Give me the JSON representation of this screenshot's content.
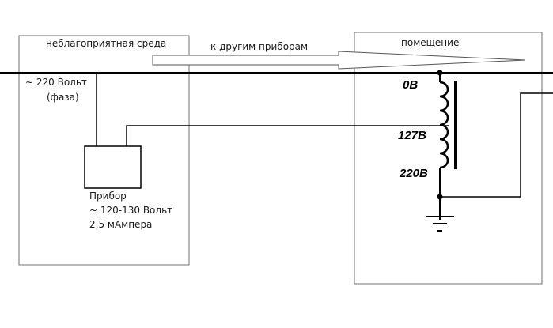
{
  "zones": {
    "hostile_environment": {
      "title": "неблагоприятная среда"
    },
    "room": {
      "title": "помещение"
    }
  },
  "arrow": {
    "label": "к другим приборам"
  },
  "phase_line": {
    "label_line1": "~ 220 Вольт",
    "label_line2": "(фаза)"
  },
  "device": {
    "name": "Прибор",
    "voltage": "~ 120-130 Вольт",
    "current": "2,5 мАмпера"
  },
  "autotransformer": {
    "taps": [
      {
        "label": "0В"
      },
      {
        "label": "127В"
      },
      {
        "label": "220В"
      }
    ]
  },
  "colors": {
    "line": "#000000",
    "box_border": "#6e6e6e",
    "arrow_stroke": "#555555"
  }
}
